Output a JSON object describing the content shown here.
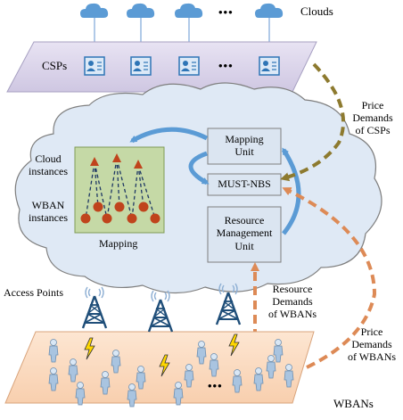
{
  "labels": {
    "clouds": "Clouds",
    "csps": "CSPs",
    "ellipsis_clouds": "•••",
    "ellipsis_csps": "•••",
    "ellipsis_wbans": "•••",
    "cloud_instances_1": "Cloud",
    "cloud_instances_2": "instances",
    "wban_instances_1": "WBAN",
    "wban_instances_2": "instances",
    "mapping": "Mapping",
    "mapping_unit_1": "Mapping",
    "mapping_unit_2": "Unit",
    "must_nbs": "MUST-NBS",
    "rmu_1": "Resource",
    "rmu_2": "Management",
    "rmu_3": "Unit",
    "access_points": "Access Points",
    "resource_demands_1": "Resource",
    "resource_demands_2": "Demands",
    "resource_demands_3": "of WBANs",
    "price_csps_1": "Price",
    "price_csps_2": "Demands",
    "price_csps_3": "of CSPs",
    "price_wbans_1": "Price",
    "price_wbans_2": "Demands",
    "price_wbans_3": "of WBANs",
    "wbans": "WBANs"
  },
  "colors": {
    "csp_plane": "#dcd6ec",
    "wban_plane": "#fbd9bd",
    "cloud_icon": "#5b9bd5",
    "blue_arrow": "#5b9bd5",
    "dashed_olive": "#8d7a2f",
    "dashed_orange": "#dd8a56",
    "tower": "#1f4e79",
    "lightning": "#ffd700",
    "mapping_bg": "#c5d9a6",
    "node_red": "#c0441c"
  }
}
